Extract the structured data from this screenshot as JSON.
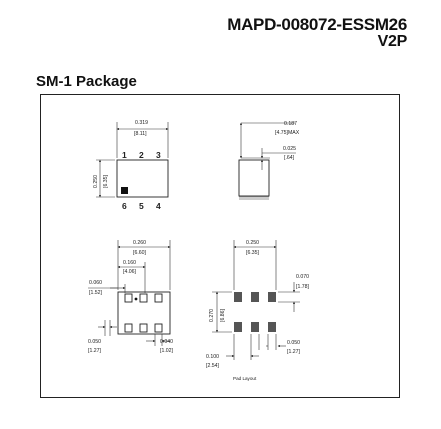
{
  "header": {
    "part_number": "MAPD-008072-ESSM26",
    "revision": "V2P"
  },
  "section": {
    "title": "SM-1 Package"
  },
  "top_view": {
    "width_in": "0.319",
    "width_mm": "[8.11]",
    "height_in": "0.250",
    "height_mm": "[6.35]",
    "pins_top": [
      "1",
      "2",
      "3"
    ],
    "pins_bottom": [
      "6",
      "5",
      "4"
    ]
  },
  "side_view": {
    "height_in": "0.187",
    "height_mm": "[4.75]MAX",
    "standoff_in": "0.025",
    "standoff_mm": "[.64]"
  },
  "bottom_view": {
    "width_in": "0.260",
    "width_mm": "[6.60]",
    "offset_in": "0.160",
    "offset_mm": "[4.06]",
    "pad_offset_in": "0.060",
    "pad_offset_mm": "[1.52]",
    "pitch_in": "0.050",
    "pitch_mm": "[1.27]",
    "pad_in": "0.040",
    "pad_mm": "[1.02]"
  },
  "footprint": {
    "width_in": "0.250",
    "width_mm": "[6.35]",
    "pad_in": "0.070",
    "pad_mm": "[1.78]",
    "height_in": "0.270",
    "height_mm": "[6.86]",
    "row_in": "0.100",
    "row_mm": "[2.54]",
    "pitch_in": "0.050",
    "pitch_mm": "[1.27]",
    "caption": "Pad Layout"
  }
}
